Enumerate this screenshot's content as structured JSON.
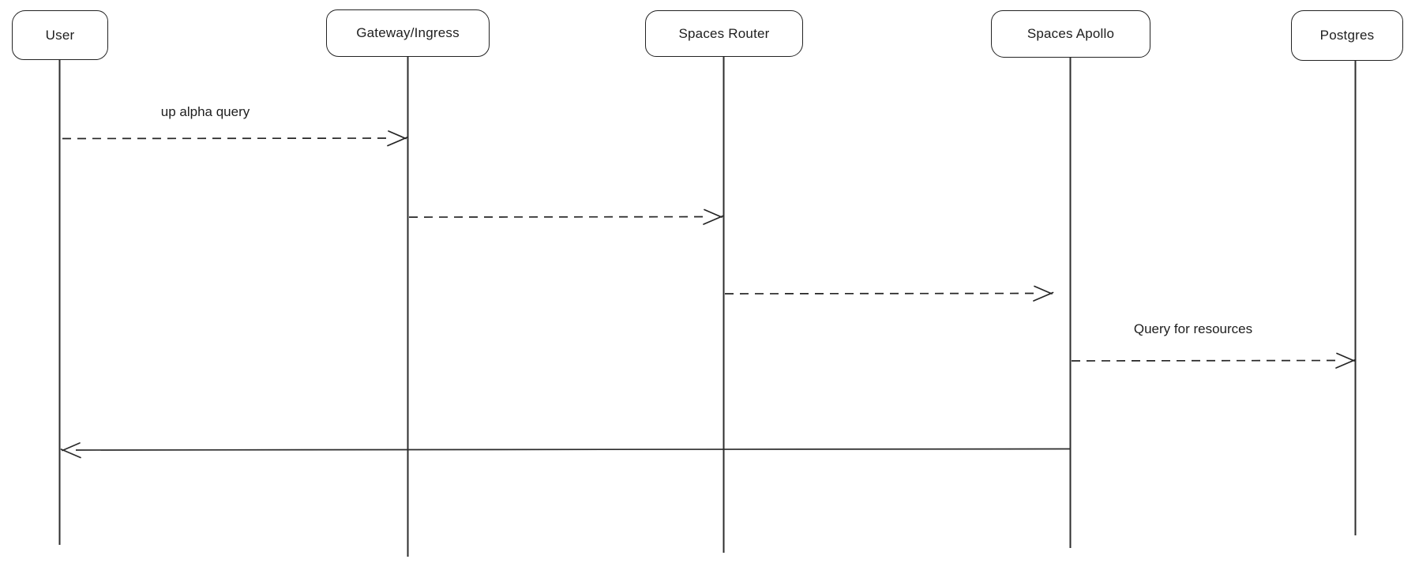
{
  "diagram": {
    "kind": "sequence-diagram",
    "style": "hand-drawn",
    "colors": {
      "stroke": "#1e1e1e",
      "background": "#ffffff"
    },
    "actors": [
      {
        "id": "user",
        "label": "User"
      },
      {
        "id": "gateway-ingress",
        "label": "Gateway/Ingress"
      },
      {
        "id": "spaces-router",
        "label": "Spaces Router"
      },
      {
        "id": "spaces-apollo",
        "label": "Spaces Apollo"
      },
      {
        "id": "postgres",
        "label": "Postgres"
      }
    ],
    "messages": [
      {
        "from": "User",
        "to": "Gateway/Ingress",
        "label": "up alpha query",
        "line": "dashed",
        "arrowhead": "open"
      },
      {
        "from": "Gateway/Ingress",
        "to": "Spaces Router",
        "label": "",
        "line": "dashed",
        "arrowhead": "open"
      },
      {
        "from": "Spaces Router",
        "to": "Spaces Apollo",
        "label": "",
        "line": "dashed",
        "arrowhead": "open"
      },
      {
        "from": "Spaces Apollo",
        "to": "Postgres",
        "label": "Query for resources",
        "line": "dashed",
        "arrowhead": "open"
      },
      {
        "from": "Spaces Apollo",
        "to": "User",
        "label": "",
        "line": "solid",
        "arrowhead": "open"
      }
    ]
  }
}
